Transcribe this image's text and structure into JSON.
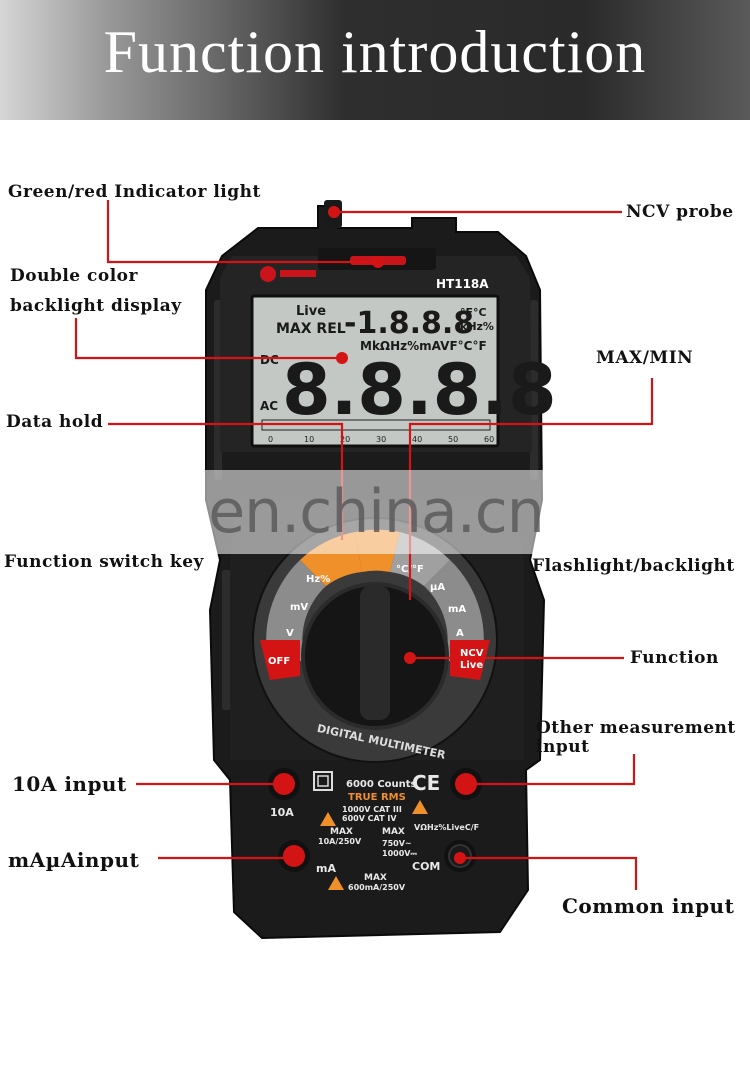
{
  "header": {
    "title": "Function introduction"
  },
  "labels": {
    "green_red_light": "Green/red Indicator light",
    "ncv_probe": "NCV probe",
    "double_color_1": "Double color",
    "double_color_2": "backlight display",
    "max_min": "MAX/MIN",
    "data_hold": "Data hold",
    "function_switch": "Function switch key",
    "flashlight": "Flashlight/backlight",
    "function": "Function",
    "other_input_1": "Other measurement",
    "other_input_2": "input",
    "input_10a": "10A input",
    "input_ma": "mAµAinput",
    "common_input": "Common input"
  },
  "device": {
    "model": "HT118A",
    "display": {
      "top_left": "Live",
      "flags": "MAX REL",
      "digits_small": "-1.8.8.8",
      "units_right_1": "°F°C",
      "units_right_2": "kHz%",
      "unit_row": "MkΩHz%mAVF°C°F",
      "dc": "DC",
      "ac": "AC",
      "digits_big": "8.8.8.8",
      "scale": [
        "0",
        "10",
        "20",
        "30",
        "40",
        "50",
        "60"
      ]
    },
    "dial": {
      "off": "OFF",
      "ncv": "NCV",
      "live": "Live",
      "hz": "Hz%",
      "cf": "°C/°F",
      "mv": "mV",
      "v": "V",
      "ua": "µA",
      "ma": "mA",
      "a": "A"
    },
    "brand_text": "DIGITAL MULTIMETER",
    "counts": "6000 Counts",
    "true_rms": "TRUE RMS",
    "ce": "CE",
    "cat1": "1000V CAT III",
    "cat2": "600V CAT IV",
    "max_10a": "MAX",
    "max_10a_2": "10A/250V",
    "max_v": "MAX",
    "max_v_2": "750V~",
    "max_v_3": "1000V⎓",
    "max_ma": "MAX",
    "max_ma_2": "600mA/250V",
    "port_10a": "10A",
    "port_ma": "mA",
    "port_com": "COM",
    "port_v": "VΩHz%LiveC/F"
  },
  "watermark": "en.china.cn",
  "colors": {
    "accent_red": "#d41414",
    "body_dark": "#1e1e1e",
    "orange": "#f0902a"
  }
}
